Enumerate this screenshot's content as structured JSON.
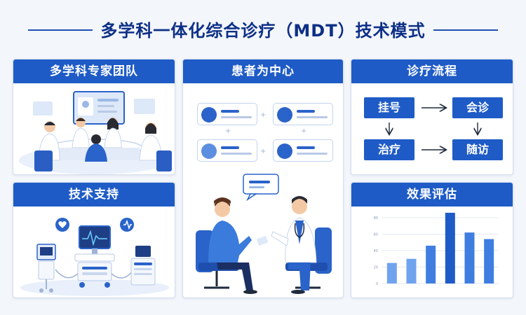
{
  "title": "多学科一体化综合诊疗（MDT）技术模式",
  "colors": {
    "primary": "#1e5bc6",
    "dark": "#0d2f86",
    "light": "#6fa3ee"
  },
  "panels": {
    "team": {
      "label": "多学科专家团队",
      "icon": "doctors-meeting-illustration"
    },
    "patient": {
      "label": "患者为中心",
      "icon": "doctor-patient-consultation-illustration"
    },
    "tech": {
      "label": "技术支持",
      "icon": "medical-equipment-illustration"
    },
    "process": {
      "label": "诊疗流程",
      "steps": [
        "挂号",
        "会诊",
        "治疗",
        "随访"
      ]
    },
    "evaluation": {
      "label": "效果评估"
    }
  },
  "chart_data": {
    "type": "bar",
    "title": "效果评估",
    "ylim": [
      0,
      80
    ],
    "yticks": [
      0,
      20,
      40,
      60,
      80
    ],
    "categories": [
      "",
      "",
      "",
      "",
      "",
      ""
    ],
    "values": [
      25,
      30,
      46,
      86,
      62,
      54
    ],
    "highlight_index": 3,
    "grid": true
  }
}
